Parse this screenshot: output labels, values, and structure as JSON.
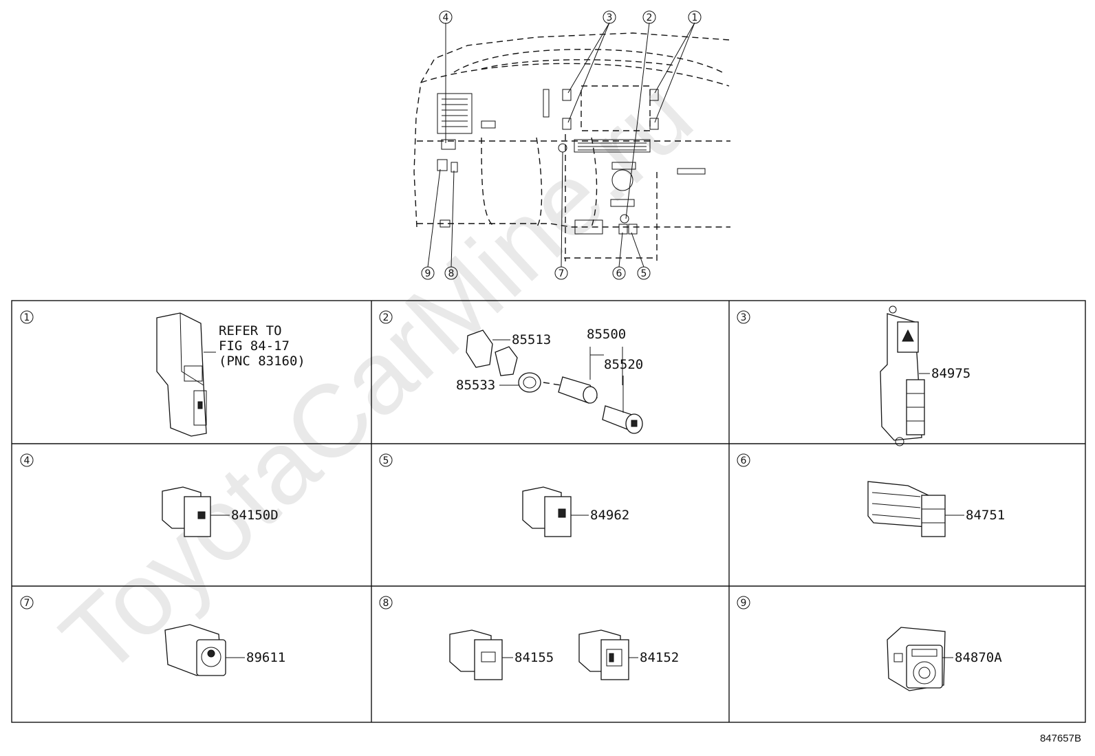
{
  "watermark": "ToyotaCarMine.ru",
  "diagram_code": "847657B",
  "overview_callouts": [
    "1",
    "2",
    "3",
    "4",
    "5",
    "6",
    "7",
    "8",
    "9"
  ],
  "panels": [
    {
      "index": "1",
      "parts": [
        "REFER TO",
        "FIG 84-17",
        "(PNC 83160)"
      ]
    },
    {
      "index": "2",
      "parts": [
        "85513",
        "85500",
        "85520",
        "85533"
      ]
    },
    {
      "index": "3",
      "parts": [
        "84975"
      ]
    },
    {
      "index": "4",
      "parts": [
        "84150D"
      ]
    },
    {
      "index": "5",
      "parts": [
        "84962"
      ]
    },
    {
      "index": "6",
      "parts": [
        "84751"
      ]
    },
    {
      "index": "7",
      "parts": [
        "89611"
      ]
    },
    {
      "index": "8",
      "parts": [
        "84155",
        "84152"
      ]
    },
    {
      "index": "9",
      "parts": [
        "84870A"
      ]
    }
  ]
}
